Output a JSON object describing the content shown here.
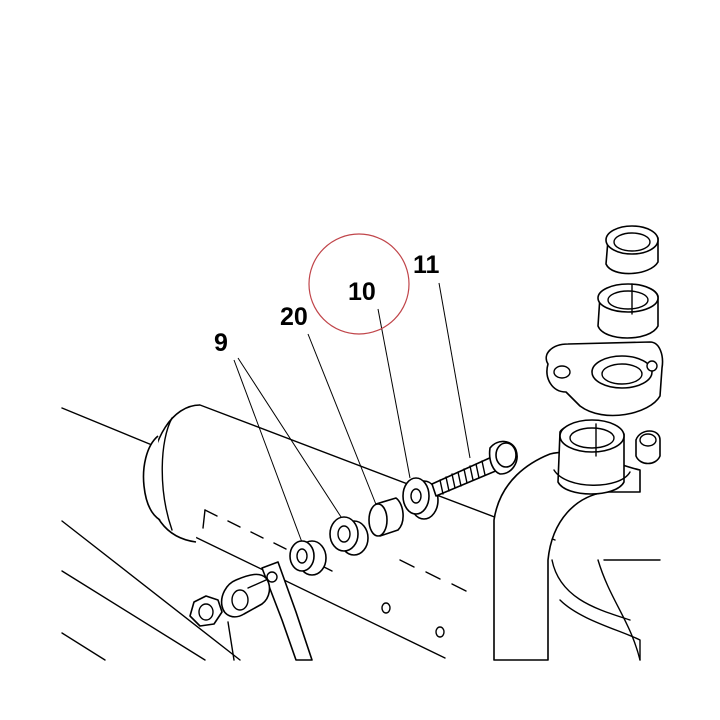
{
  "labels": {
    "part_9": "9",
    "part_20": "20",
    "part_10": "10",
    "part_11": "11"
  },
  "colors": {
    "line": "#000000",
    "highlight_circle": "#c0454a",
    "background": "#ffffff"
  }
}
